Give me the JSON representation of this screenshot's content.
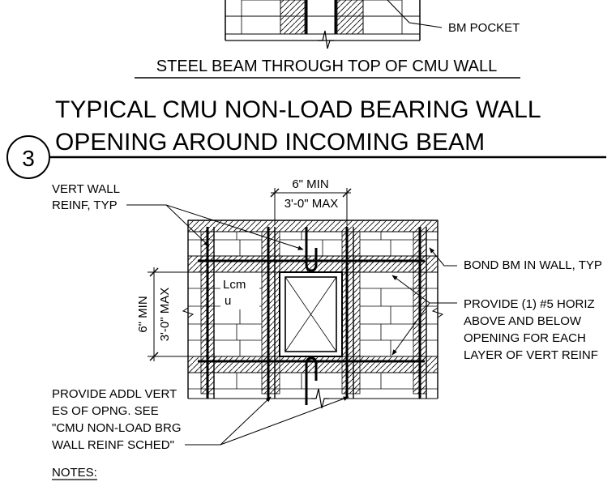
{
  "detail_above": {
    "callout_bm_pocket": "BM POCKET",
    "title": "STEEL BEAM THROUGH TOP OF CMU WALL"
  },
  "detail": {
    "number": "3",
    "title_line1": "TYPICAL CMU NON-LOAD BEARING WALL",
    "title_line2": "OPENING AROUND INCOMING BEAM"
  },
  "dimensions": {
    "top_min": "6\" MIN",
    "top_max": "3'-0\" MAX",
    "side_min": "6\" MIN",
    "side_max": "3'-0\" MAX"
  },
  "callouts": {
    "vert_reinf_line1": "VERT WALL",
    "vert_reinf_line2": "REINF, TYP",
    "bond_beam": "BOND BM IN WALL, TYP",
    "horiz_line1": "PROVIDE (1) #5 HORIZ",
    "horiz_line2": "ABOVE AND BELOW",
    "horiz_line3": "OPENING FOR EACH",
    "horiz_line4": "LAYER OF VERT REINF",
    "addl_line1": "PROVIDE ADDL VERT",
    "addl_line2": "ES OF OPNG.  SEE",
    "addl_line3": "\"CMU NON-LOAD BRG",
    "addl_line4": "WALL REINF SCHED\"",
    "lcm_line1": "Lcm",
    "lcm_line2": "u"
  },
  "notes": {
    "heading": "NOTES:"
  }
}
